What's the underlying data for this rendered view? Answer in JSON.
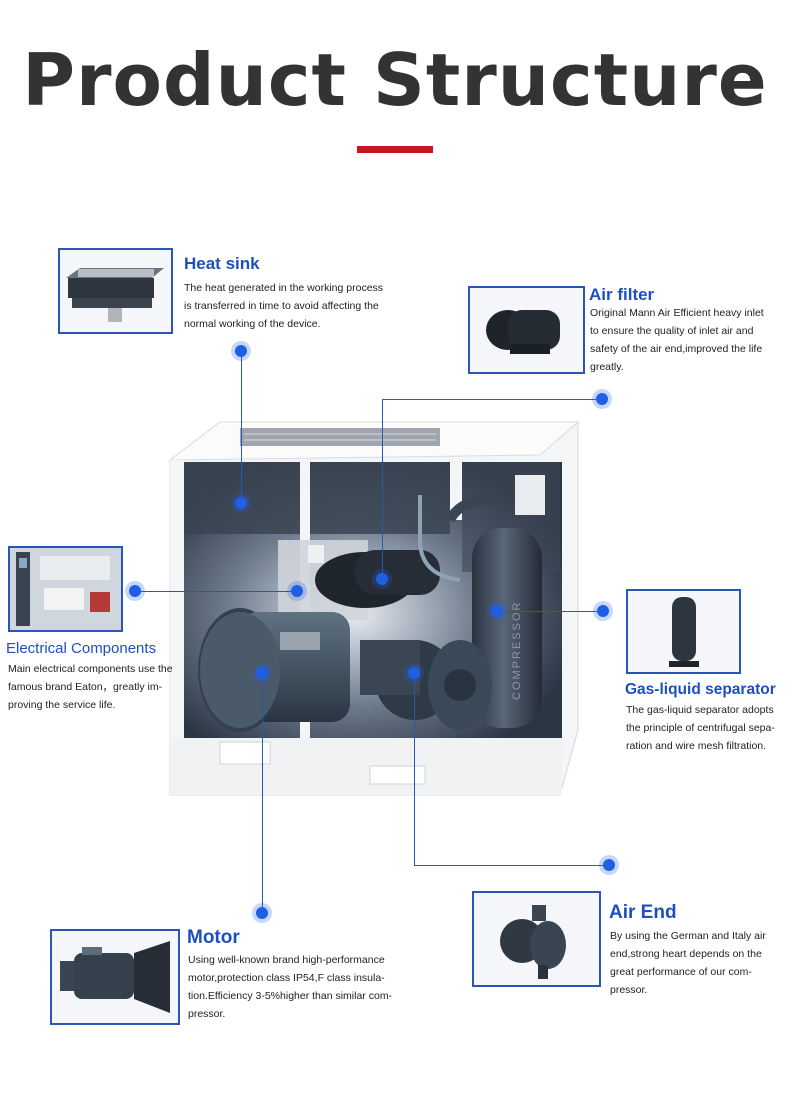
{
  "page": {
    "title": "Product Structure",
    "accent": "#c8161d",
    "link_color": "#2a56b8"
  },
  "components": {
    "heat_sink": {
      "label": "Heat sink",
      "lines": [
        "The heat generated in the working process",
        "is transferred in time to avoid affecting the",
        "normal working of the device."
      ]
    },
    "air_filter": {
      "label": "Air filter",
      "lines": [
        "Original Mann Air Efficient heavy inlet",
        "to ensure the quality of inlet air and",
        "safety of the air end,improved the life",
        "greatly."
      ]
    },
    "electrical": {
      "label": "Electrical Components",
      "lines": [
        "Main electrical components use the",
        "famous brand Eaton，greatly im-",
        "proving the service life."
      ]
    },
    "separator": {
      "label": "Gas-liquid separator",
      "lines": [
        "The gas-liquid separator adopts",
        "the principle of centrifugal sepa-",
        "ration and wire mesh filtration."
      ]
    },
    "air_end": {
      "label": "Air End",
      "lines": [
        "By using the German and Italy air",
        "end,strong heart depends on the",
        "great performance of our com-",
        "pressor."
      ]
    },
    "motor": {
      "label": "Motor",
      "lines": [
        "Using well-known brand high-performance",
        "motor,protection class IP54,F class insula-",
        "tion.Efficiency 3-5%higher than similar com-",
        "pressor."
      ]
    }
  },
  "machine": {
    "tank_text": "COMPRESSOR"
  }
}
